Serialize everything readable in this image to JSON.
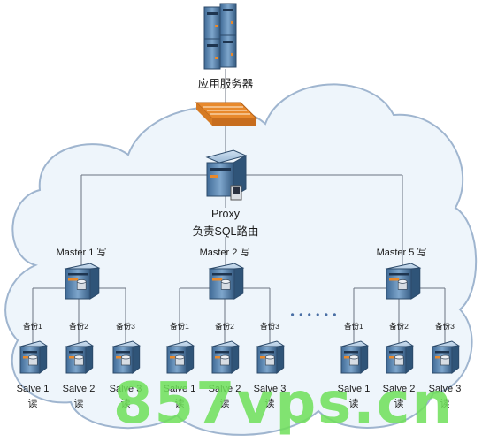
{
  "app_server": {
    "label": "应用服务器"
  },
  "proxy": {
    "line1": "Proxy",
    "line2": "负责SQL路由"
  },
  "masters": [
    {
      "label": "Master 1 写"
    },
    {
      "label": "Master 2 写"
    },
    {
      "label": "Master 5 写"
    }
  ],
  "backup_labels": [
    "备份1",
    "备份2",
    "备份3",
    "备份1",
    "备份2",
    "备份3",
    "备份1",
    "备份2",
    "备份3"
  ],
  "slaves": [
    {
      "name": "Salve 1",
      "role": "读"
    },
    {
      "name": "Salve 2",
      "role": "读"
    },
    {
      "name": "Salve 3",
      "role": "读"
    },
    {
      "name": "Salve 1",
      "role": "读"
    },
    {
      "name": "Salve 2",
      "role": "读"
    },
    {
      "name": "Salve 3",
      "role": "读"
    },
    {
      "name": "Salve 1",
      "role": "读"
    },
    {
      "name": "Salve 2",
      "role": "读"
    },
    {
      "name": "Salve 3",
      "role": "读"
    }
  ],
  "ellipsis": "• • • • • •",
  "watermark": "857vps.cn",
  "colors": {
    "cloud_fill": "#eef5fb",
    "cloud_stroke": "#9fb5cf",
    "line": "#6b7380",
    "server": "#5d87b0",
    "firewall": "#e8892c",
    "watermark": "#6fe05a"
  }
}
